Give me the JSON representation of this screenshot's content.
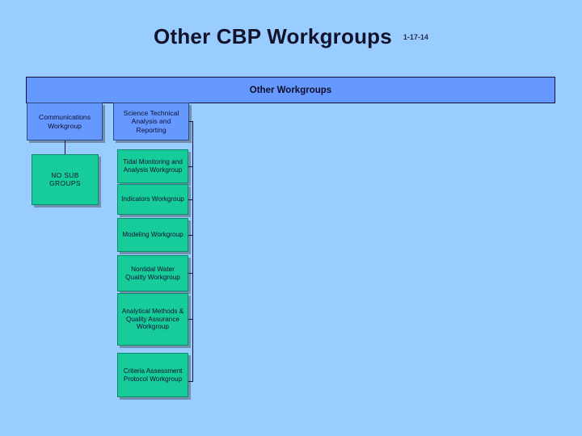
{
  "slide": {
    "title": "Other CBP Workgroups",
    "date": "1-17-14",
    "background_color": "#99ccff"
  },
  "header": {
    "label": "Other Workgroups",
    "color": "#6699ff"
  },
  "colors": {
    "parent_box": "#6699ff",
    "child_box": "#17cc9b",
    "line": "#12123c",
    "text": "#101030"
  },
  "columns": [
    {
      "parent": {
        "label": "Communications Workgroup"
      },
      "children": [
        {
          "label": "NO SUB GROUPS"
        }
      ]
    },
    {
      "parent": {
        "label": "Science Technical Analysis and Reporting"
      },
      "children": [
        {
          "label": "Tidal Monitoring and Analysis Workgroup"
        },
        {
          "label": "Indicators Workgroup"
        },
        {
          "label": "Modeling Workgroup"
        },
        {
          "label": "Nontidal Water Quality Workgroup"
        },
        {
          "label": "Analytical Methods & Quality Assurance Workgroup"
        },
        {
          "label": "Criteria Assessment Protocol Workgroup"
        }
      ]
    }
  ]
}
